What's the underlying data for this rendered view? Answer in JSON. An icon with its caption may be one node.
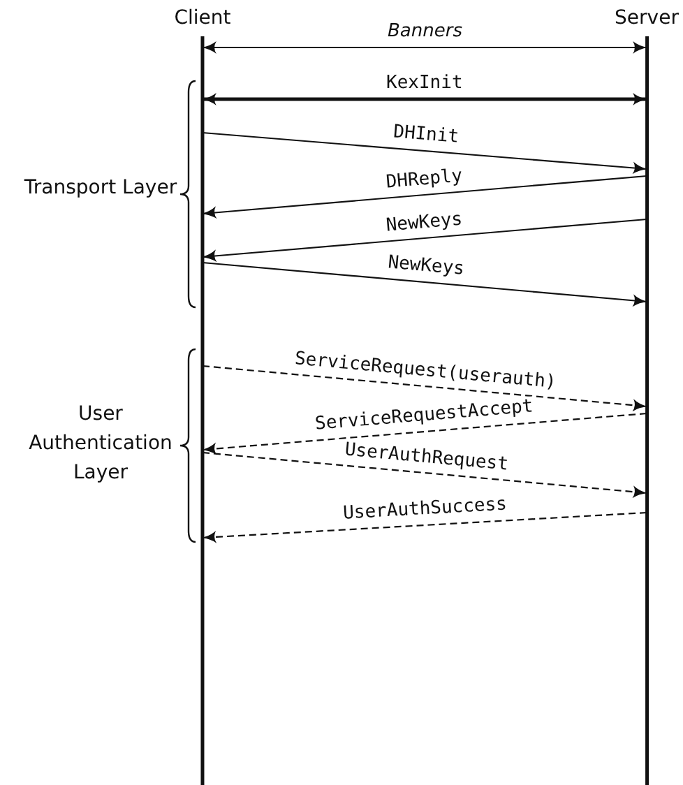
{
  "diagram": {
    "nodes": [
      {
        "text": [
          "Client"
        ]
      },
      {
        "text": [
          "Server"
        ]
      }
    ],
    "edges": [
      {
        "from": 0,
        "to": 1,
        "arrow": "both",
        "label": "Banners"
      },
      {
        "from": 0,
        "to": 1,
        "arrow": "both",
        "label": "KexInit",
        "style": "thick"
      },
      {
        "from": 0,
        "to": 1,
        "arrow": "to",
        "label": "DHInit"
      },
      {
        "from": 1,
        "to": 0,
        "arrow": "to",
        "label": "DHReply"
      },
      {
        "from": 1,
        "to": 0,
        "arrow": "to",
        "label": "NewKeys"
      },
      {
        "from": 0,
        "to": 1,
        "arrow": "to",
        "label": "NewKeys"
      },
      {
        "from": 0,
        "to": 1,
        "arrow": "to",
        "label": "ServiceRequest(userauth)",
        "style": "dashed"
      },
      {
        "from": 1,
        "to": 0,
        "arrow": "to",
        "label": "ServiceRequestAccept",
        "style": "dashed"
      },
      {
        "from": 0,
        "to": 1,
        "arrow": "to",
        "label": "UserAuthRequest",
        "style": "dashed"
      },
      {
        "from": 1,
        "to": 0,
        "arrow": "to",
        "label": "UserAuthSuccess",
        "style": "dashed"
      }
    ],
    "labels": [
      "Transport Layer",
      "User Authentication Layer"
    ]
  }
}
